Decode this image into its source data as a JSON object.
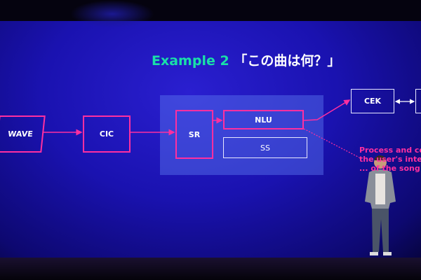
{
  "slide": {
    "title_en": "Example 2",
    "title_ja": "「この曲は何？」",
    "boxes": {
      "wave": "WAVE",
      "cic": "CIC",
      "sr": "SR",
      "nlu": "NLU",
      "ss": "SS",
      "cek": "CEK"
    },
    "annotation": [
      "Process and comp",
      "the user's intent,",
      "... of the song"
    ]
  },
  "colors": {
    "accent_pink": "#ff2fa0",
    "accent_green": "#19e0a8",
    "screen_blue": "#1a12b0"
  }
}
